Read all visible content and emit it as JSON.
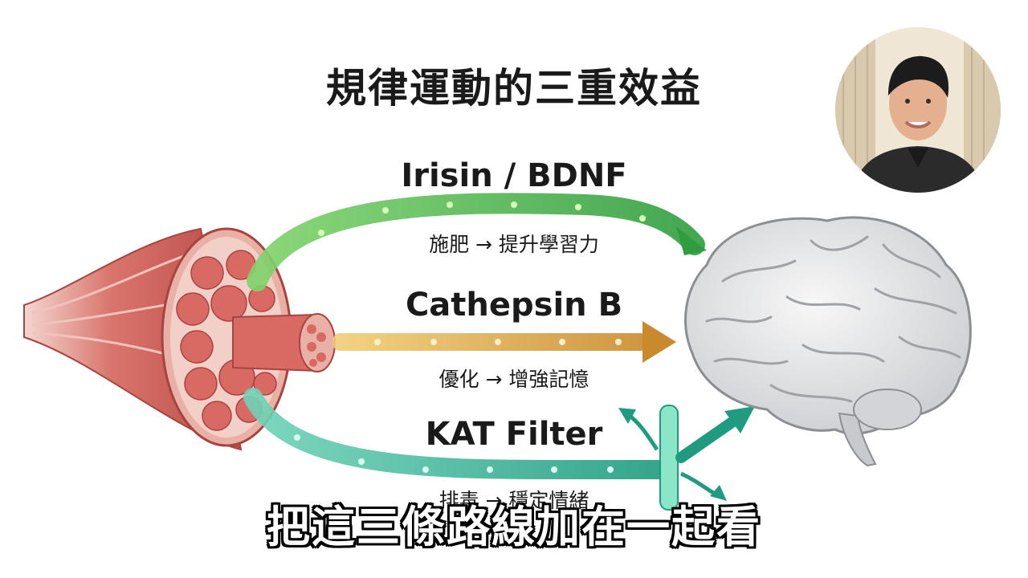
{
  "title": "規律運動的三重效益",
  "paths": [
    {
      "label": "Irisin / BDNF",
      "sub": "施肥 → 提升學習力",
      "color": "#43b34a"
    },
    {
      "label": "Cathepsin B",
      "sub": "優化 → 增強記憶",
      "color": "#d9a23a"
    },
    {
      "label": "KAT Filter",
      "sub": "排毒 → 穩定情緒",
      "color": "#2fb394"
    }
  ],
  "subtitle": "把這三條路線加在一起看",
  "icons": {
    "muscle": "muscle-icon",
    "brain": "brain-icon",
    "presenter": "presenter-avatar"
  }
}
